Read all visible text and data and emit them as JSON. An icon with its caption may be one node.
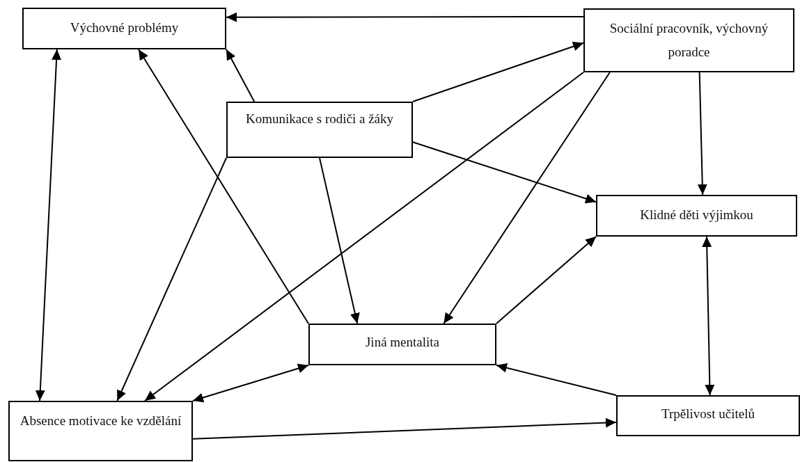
{
  "diagram": {
    "nodes": [
      {
        "text": [
          "Výchovné problémy"
        ]
      },
      {
        "text": [
          "Sociální pracovník, výchovný poradce"
        ]
      },
      {
        "text": [
          "Komunikace s rodiči a žáky"
        ]
      },
      {
        "text": [
          "Klidné děti výjimkou"
        ]
      },
      {
        "text": [
          "Jiná mentalita"
        ]
      },
      {
        "text": [
          "Absence motivace ke vzdělání"
        ]
      },
      {
        "text": [
          "Trpělivost učitelů"
        ]
      }
    ],
    "edges": [
      {
        "from": 1,
        "to": 0,
        "arrow": "to"
      },
      {
        "from": 2,
        "to": 0,
        "arrow": "to"
      },
      {
        "from": 4,
        "to": 0,
        "arrow": "to"
      },
      {
        "from": 0,
        "to": 5,
        "arrow": "both"
      },
      {
        "from": 2,
        "to": 1,
        "arrow": "to"
      },
      {
        "from": 2,
        "to": 3,
        "arrow": "to"
      },
      {
        "from": 1,
        "to": 3,
        "arrow": "to"
      },
      {
        "from": 1,
        "to": 5,
        "arrow": "to"
      },
      {
        "from": 1,
        "to": 4,
        "arrow": "to"
      },
      {
        "from": 2,
        "to": 5,
        "arrow": "to"
      },
      {
        "from": 2,
        "to": 4,
        "arrow": "to"
      },
      {
        "from": 4,
        "to": 3,
        "arrow": "to"
      },
      {
        "from": 3,
        "to": 6,
        "arrow": "both"
      },
      {
        "from": 4,
        "to": 5,
        "arrow": "both"
      },
      {
        "from": 6,
        "to": 4,
        "arrow": "to"
      },
      {
        "from": 5,
        "to": 6,
        "arrow": "to"
      }
    ]
  }
}
